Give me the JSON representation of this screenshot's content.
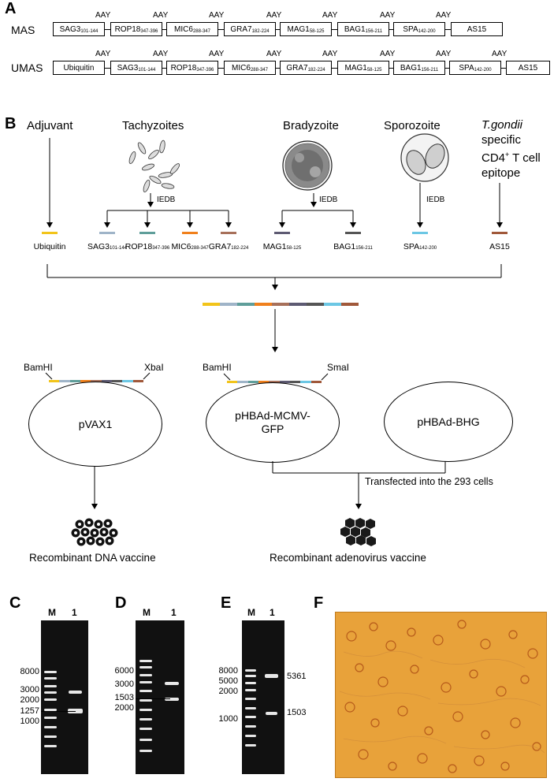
{
  "panelA": {
    "label": "A",
    "mas_label": "MAS",
    "umas_label": "UMAS",
    "linker": "AAY",
    "mas_fragments": [
      {
        "name": "SAG3",
        "range": "101-144"
      },
      {
        "name": "ROP18",
        "range": "347-396"
      },
      {
        "name": "MIC6",
        "range": "288-347"
      },
      {
        "name": "GRA7",
        "range": "182-224"
      },
      {
        "name": "MAG1",
        "range": "58-125"
      },
      {
        "name": "BAG1",
        "range": "156-211"
      },
      {
        "name": "SPA",
        "range": "142-200"
      },
      {
        "name": "AS15",
        "range": ""
      }
    ],
    "umas_fragments": [
      {
        "name": "Ubiquitin",
        "range": ""
      },
      {
        "name": "SAG3",
        "range": "101-144"
      },
      {
        "name": "ROP18",
        "range": "347-396"
      },
      {
        "name": "MIC6",
        "range": "288-347"
      },
      {
        "name": "GRA7",
        "range": "182-224"
      },
      {
        "name": "MAG1",
        "range": "58-125"
      },
      {
        "name": "BAG1",
        "range": "156-211"
      },
      {
        "name": "SPA",
        "range": "142-200"
      },
      {
        "name": "AS15",
        "range": ""
      }
    ]
  },
  "panelB": {
    "label": "B",
    "adjuvant": "Adjuvant",
    "tachyzoites": "Tachyzoites",
    "bradyzoite": "Bradyzoite",
    "sporozoite": "Sporozoite",
    "tgondii": "T.gondii",
    "specific": "specific",
    "cd4_prefix": "CD4",
    "cd4_sup": "+",
    "cd4_suffix": " T cell",
    "epitope": "epitope",
    "iedb": "IEDB",
    "segments": [
      {
        "name": "Ubiquitin",
        "range": "",
        "color": "#f2c41a"
      },
      {
        "name": "SAG3",
        "range": "101-144",
        "color": "#9fb4c8"
      },
      {
        "name": "ROP18",
        "range": "347-396",
        "color": "#5f9e9a"
      },
      {
        "name": "MIC6",
        "range": "288-347",
        "color": "#f0801c"
      },
      {
        "name": "GRA7",
        "range": "182-224",
        "color": "#a7705a"
      },
      {
        "name": "MAG1",
        "range": "58-125",
        "color": "#5d5a72"
      },
      {
        "name": "BAG1",
        "range": "156-211",
        "color": "#555555"
      },
      {
        "name": "SPA",
        "range": "142-200",
        "color": "#6cc7e4"
      },
      {
        "name": "AS15",
        "range": "",
        "color": "#a0583a"
      }
    ],
    "pvax1": "pVAX1",
    "bamhi": "BamHI",
    "xbai": "XbaI",
    "smai": "SmaI",
    "phbad_line1": "pHBAd-MCMV-",
    "phbad_line2": "GFP",
    "phbad_bhg": "pHBAd-BHG",
    "transfected": "Transfected into the 293 cells",
    "dna_vaccine": "Recombinant DNA vaccine",
    "adeno_vaccine": "Recombinant adenovirus vaccine"
  },
  "panelC": {
    "label": "C",
    "m": "M",
    "lane": "1",
    "markers": [
      "8000",
      "3000",
      "2000",
      "1257",
      "1000"
    ]
  },
  "panelD": {
    "label": "D",
    "m": "M",
    "lane": "1",
    "markers": [
      "6000",
      "3000",
      "1503",
      "2000"
    ]
  },
  "panelE": {
    "label": "E",
    "m": "M",
    "lane": "1",
    "markers": [
      "8000",
      "5000",
      "2000",
      "1000"
    ],
    "band_labels": [
      "5361",
      "1503"
    ]
  },
  "panelF": {
    "label": "F",
    "image_color": "#e8a23a"
  }
}
